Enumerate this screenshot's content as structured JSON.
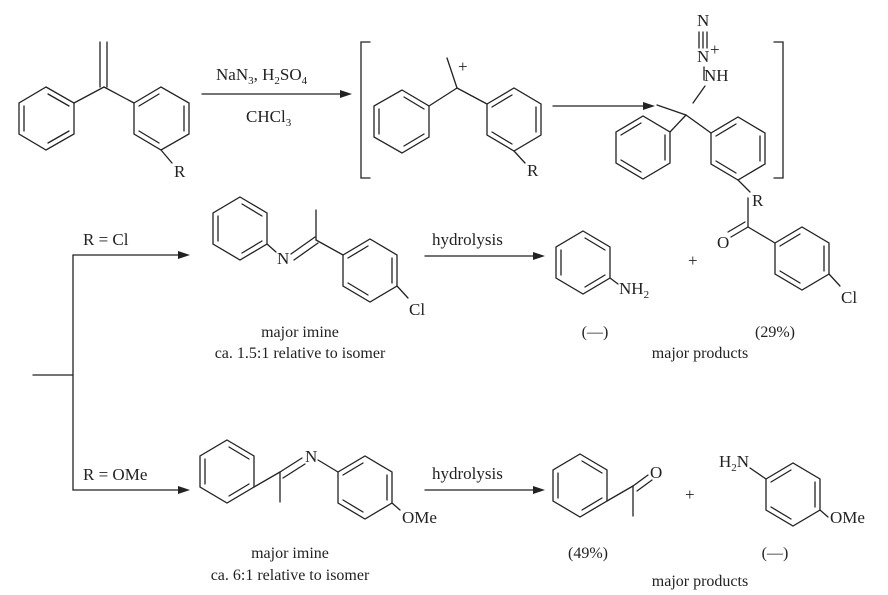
{
  "reagents": {
    "top_main": "NaN",
    "top_sub1": "3",
    "top_sep": ", H",
    "top_sub2": "2",
    "top_so": "SO",
    "top_sub3": "4",
    "bottom_main": "CHCl",
    "bottom_sub": "3"
  },
  "substituent": {
    "R": "R",
    "Cl": "Cl",
    "OMe": "OMe"
  },
  "atoms": {
    "plus": "+",
    "N": "N",
    "NH": "NH",
    "O": "O",
    "NH_text": "NH",
    "NH2_sub": "2",
    "H": "H",
    "H2N_sub": "2",
    "N_tail": "N"
  },
  "branches": {
    "cl_label": "R = Cl",
    "ome_label": "R = OMe"
  },
  "steps": {
    "hydrolysis": "hydrolysis"
  },
  "captions": {
    "major_imine": "major imine",
    "ratio_cl": "ca. 1.5:1 relative to isomer",
    "ratio_ome": "ca. 6:1 relative to isomer",
    "major_products": "major products"
  },
  "yields": {
    "aniline": "(—)",
    "chloroacetophenone": "(29%)",
    "acetophenone": "(49%)",
    "anisidine": "(—)"
  }
}
